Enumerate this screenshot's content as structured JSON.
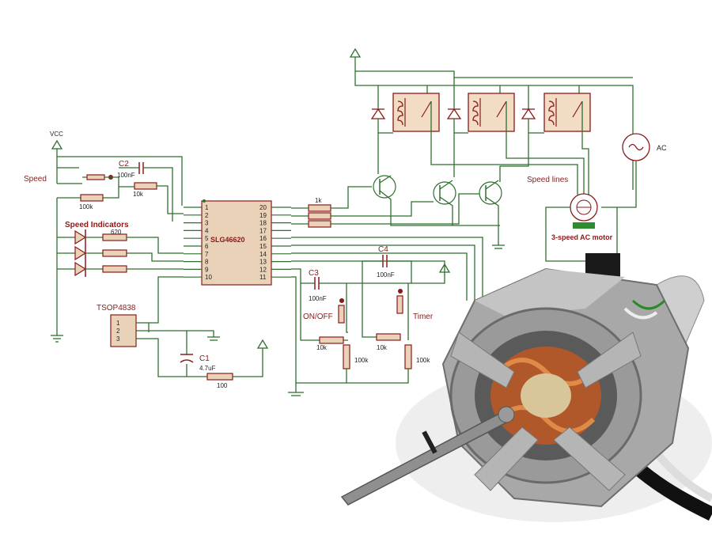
{
  "labels": {
    "vcc": "VCC",
    "speed": "Speed",
    "c2": "C2",
    "c2_val": "100nF",
    "r_10k_top": "10k",
    "r_100k_left": "100k",
    "speed_indicators": "Speed Indicators",
    "r_620": "620",
    "tsop": "TSOP4838",
    "tsop_pins": [
      "1",
      "2",
      "3"
    ],
    "c1": "C1",
    "c1_val": "4.7uF",
    "r_100": "100",
    "ic": "SLG46620",
    "ic_left_pins": [
      "1",
      "2",
      "3",
      "4",
      "5",
      "6",
      "7",
      "8",
      "9",
      "10"
    ],
    "ic_right_pins": [
      "20",
      "19",
      "18",
      "17",
      "16",
      "15",
      "14",
      "13",
      "12",
      "11"
    ],
    "r_1k": "1k",
    "c3": "C3",
    "c3_val": "100nF",
    "c4": "C4",
    "c4_val": "100nF",
    "onoff": "ON/OFF",
    "timer": "Timer",
    "r_10k_a": "10k",
    "r_10k_b": "10k",
    "r_100k_a": "100k",
    "r_100k_b": "100k",
    "speed_lines": "Speed lines",
    "motor_label": "3-speed AC motor",
    "ac": "AC"
  },
  "colors": {
    "wire": "#2f6f2f",
    "component_outline": "#8a1a1a",
    "component_fill": "#ead2b8",
    "label_red": "#8a1a1a",
    "motor_badge": "#2e8b2e"
  }
}
